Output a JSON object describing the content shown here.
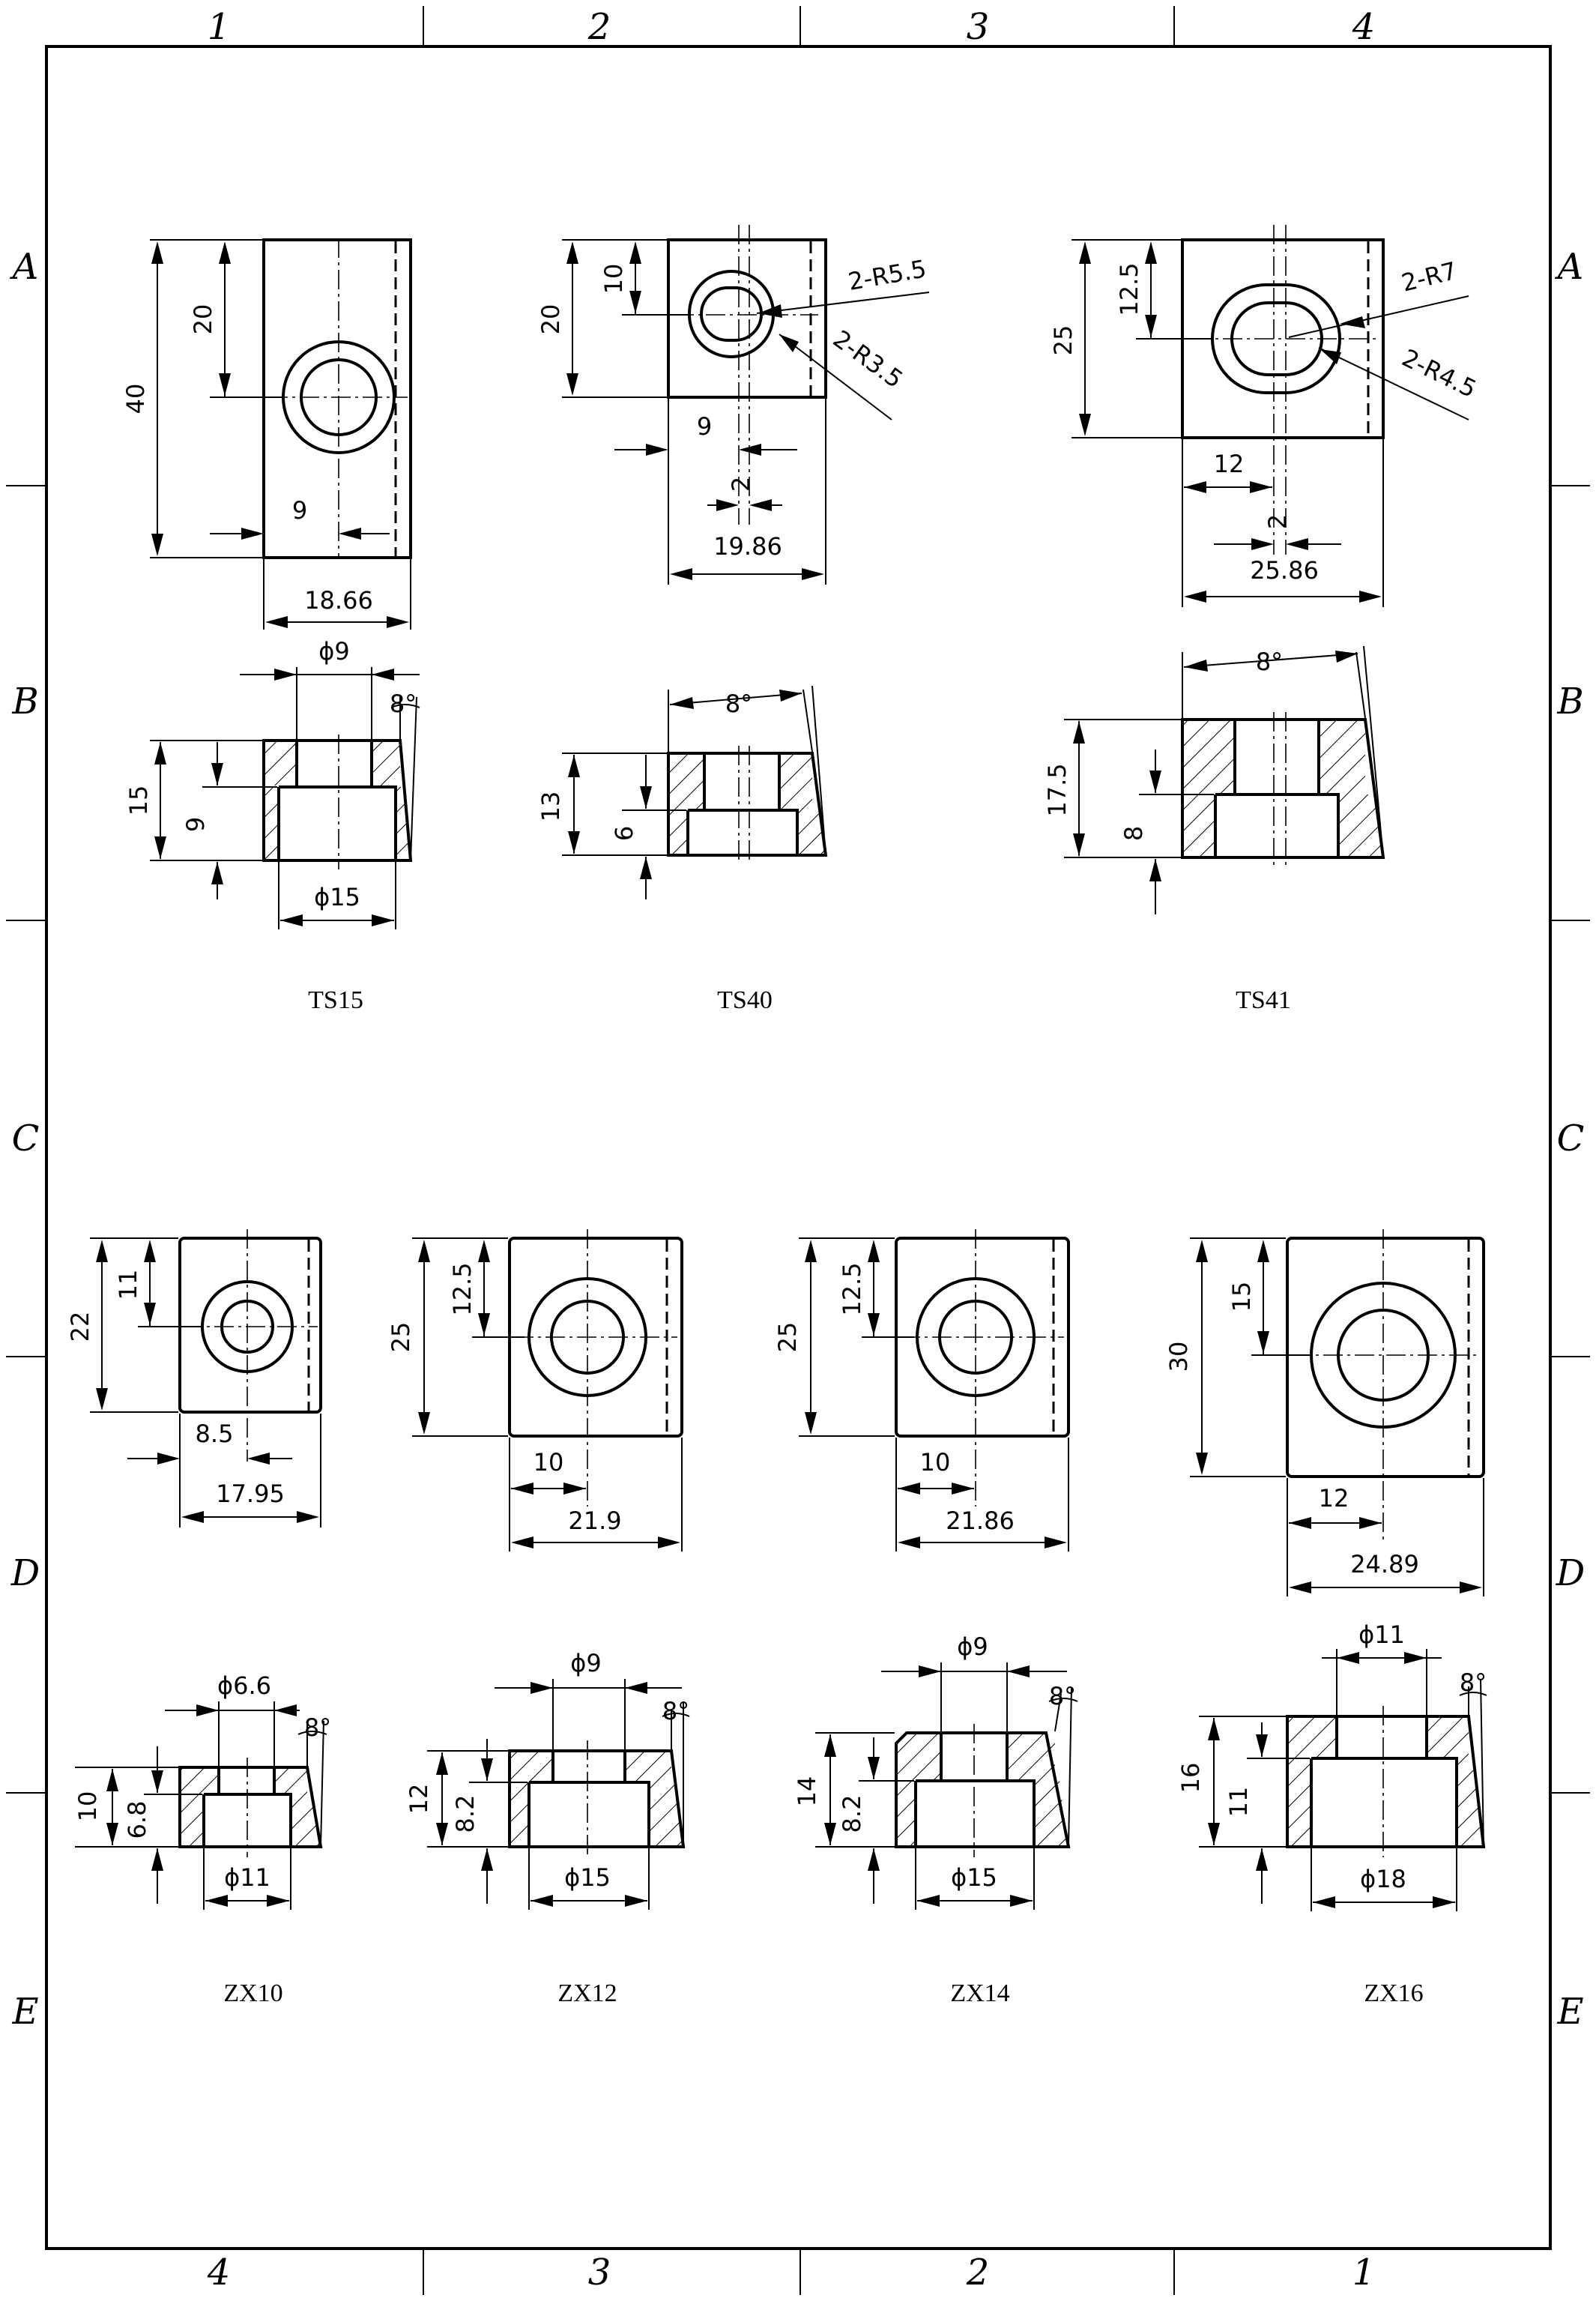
{
  "zones": {
    "top_cols": [
      "1",
      "2",
      "3",
      "4"
    ],
    "bottom_cols": [
      "4",
      "3",
      "2",
      "1"
    ],
    "rows": [
      "A",
      "B",
      "C",
      "D",
      "E"
    ]
  },
  "parts": {
    "ts15": {
      "name": "TS15",
      "top": {
        "height": "40",
        "hole_pos": "20",
        "offset": "9",
        "width": "18.66"
      },
      "side": {
        "bore": "ϕ9",
        "counterbore": "ϕ15",
        "height": "15",
        "cb_depth": "9",
        "angle": "8°"
      }
    },
    "ts40": {
      "name": "TS40",
      "top": {
        "height": "20",
        "hole_pos": "10",
        "offset": "9",
        "gap": "2",
        "width": "19.86",
        "outer_r": "2-R5.5",
        "inner_r": "2-R3.5"
      },
      "side": {
        "angle": "8°",
        "height": "13",
        "cb_depth": "6"
      }
    },
    "ts41": {
      "name": "TS41",
      "top": {
        "height": "25",
        "hole_pos": "12.5",
        "offset": "12",
        "gap": "2",
        "width": "25.86",
        "outer_r": "2-R7",
        "inner_r": "2-R4.5"
      },
      "side": {
        "angle": "8°",
        "height": "17.5",
        "cb_depth": "8"
      }
    },
    "zx10": {
      "name": "ZX10",
      "top": {
        "height": "22",
        "hole_pos": "11",
        "offset": "8.5",
        "width": "17.95"
      },
      "side": {
        "bore": "ϕ6.6",
        "counterbore": "ϕ11",
        "height": "10",
        "cb_depth": "6.8",
        "angle": "8°"
      }
    },
    "zx12": {
      "name": "ZX12",
      "top": {
        "height": "25",
        "hole_pos": "12.5",
        "offset": "10",
        "width": "21.9"
      },
      "side": {
        "bore": "ϕ9",
        "counterbore": "ϕ15",
        "height": "12",
        "cb_depth": "8.2",
        "angle": "8°"
      }
    },
    "zx14": {
      "name": "ZX14",
      "top": {
        "height": "25",
        "hole_pos": "12.5",
        "offset": "10",
        "width": "21.86"
      },
      "side": {
        "bore": "ϕ9",
        "counterbore": "ϕ15",
        "height": "14",
        "cb_depth": "8.2",
        "angle": "8°"
      }
    },
    "zx16": {
      "name": "ZX16",
      "top": {
        "height": "30",
        "hole_pos": "15",
        "offset": "12",
        "width": "24.89"
      },
      "side": {
        "bore": "ϕ11",
        "counterbore": "ϕ18",
        "height": "16",
        "cb_depth": "11",
        "angle": "8°"
      }
    }
  }
}
